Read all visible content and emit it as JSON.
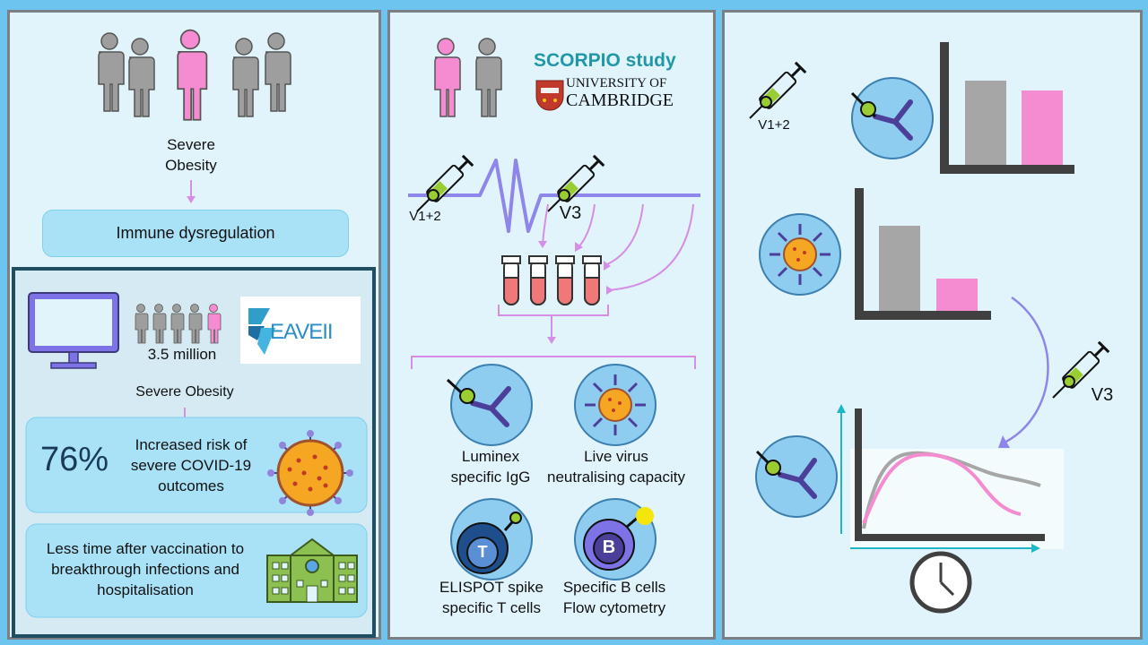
{
  "left": {
    "label_severe_obesity_top": "Severe\nObesity",
    "immune_box": "Immune dysregulation",
    "eave_logo": "EAVEII",
    "population": "3.5 million",
    "label_severe_obesity": "Severe Obesity",
    "stat_percent": "76%",
    "stat_text": "Increased risk of severe COVID-19 outcomes",
    "breakthrough_text": "Less time after vaccination to breakthrough infections and hospitalisation"
  },
  "middle": {
    "study_title": "SCORPIO study",
    "university_line1": "UNIVERSITY OF",
    "university_line2": "CAMBRIDGE",
    "v12": "V1+2",
    "v3": "V3",
    "assays": [
      {
        "label": "Luminex\nspecific IgG"
      },
      {
        "label": "Live virus\nneutralising capacity"
      },
      {
        "label": "ELISPOT spike\nspecific T cells"
      },
      {
        "label": "Specific B cells\nFlow cytometry"
      }
    ],
    "t_cell_letter": "T",
    "b_cell_letter": "B"
  },
  "right": {
    "v12": "V1+2",
    "v3": "V3"
  },
  "colors": {
    "pink": "#f58bd0",
    "grey": "#a6a6a6",
    "purple_line": "#8e86ea",
    "teal_title": "#2297a8",
    "cyan_axis": "#1fb7c8"
  }
}
